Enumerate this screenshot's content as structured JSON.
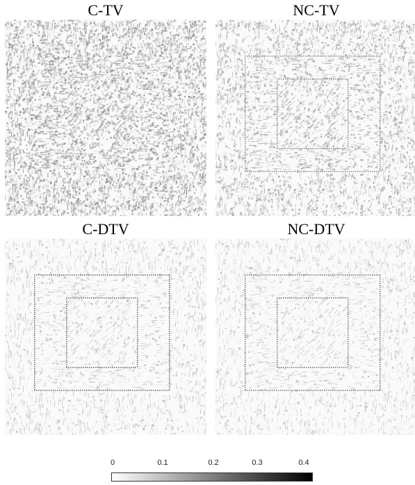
{
  "panels": [
    {
      "title": "C-TV"
    },
    {
      "title": "NC-TV"
    },
    {
      "title": "C-DTV"
    },
    {
      "title": "NC-DTV"
    }
  ],
  "colorbar": {
    "ticks": [
      "0",
      "0.1",
      "0.2",
      "0.3",
      "0.4"
    ],
    "min_color": "#ffffff",
    "max_color": "#000000"
  }
}
